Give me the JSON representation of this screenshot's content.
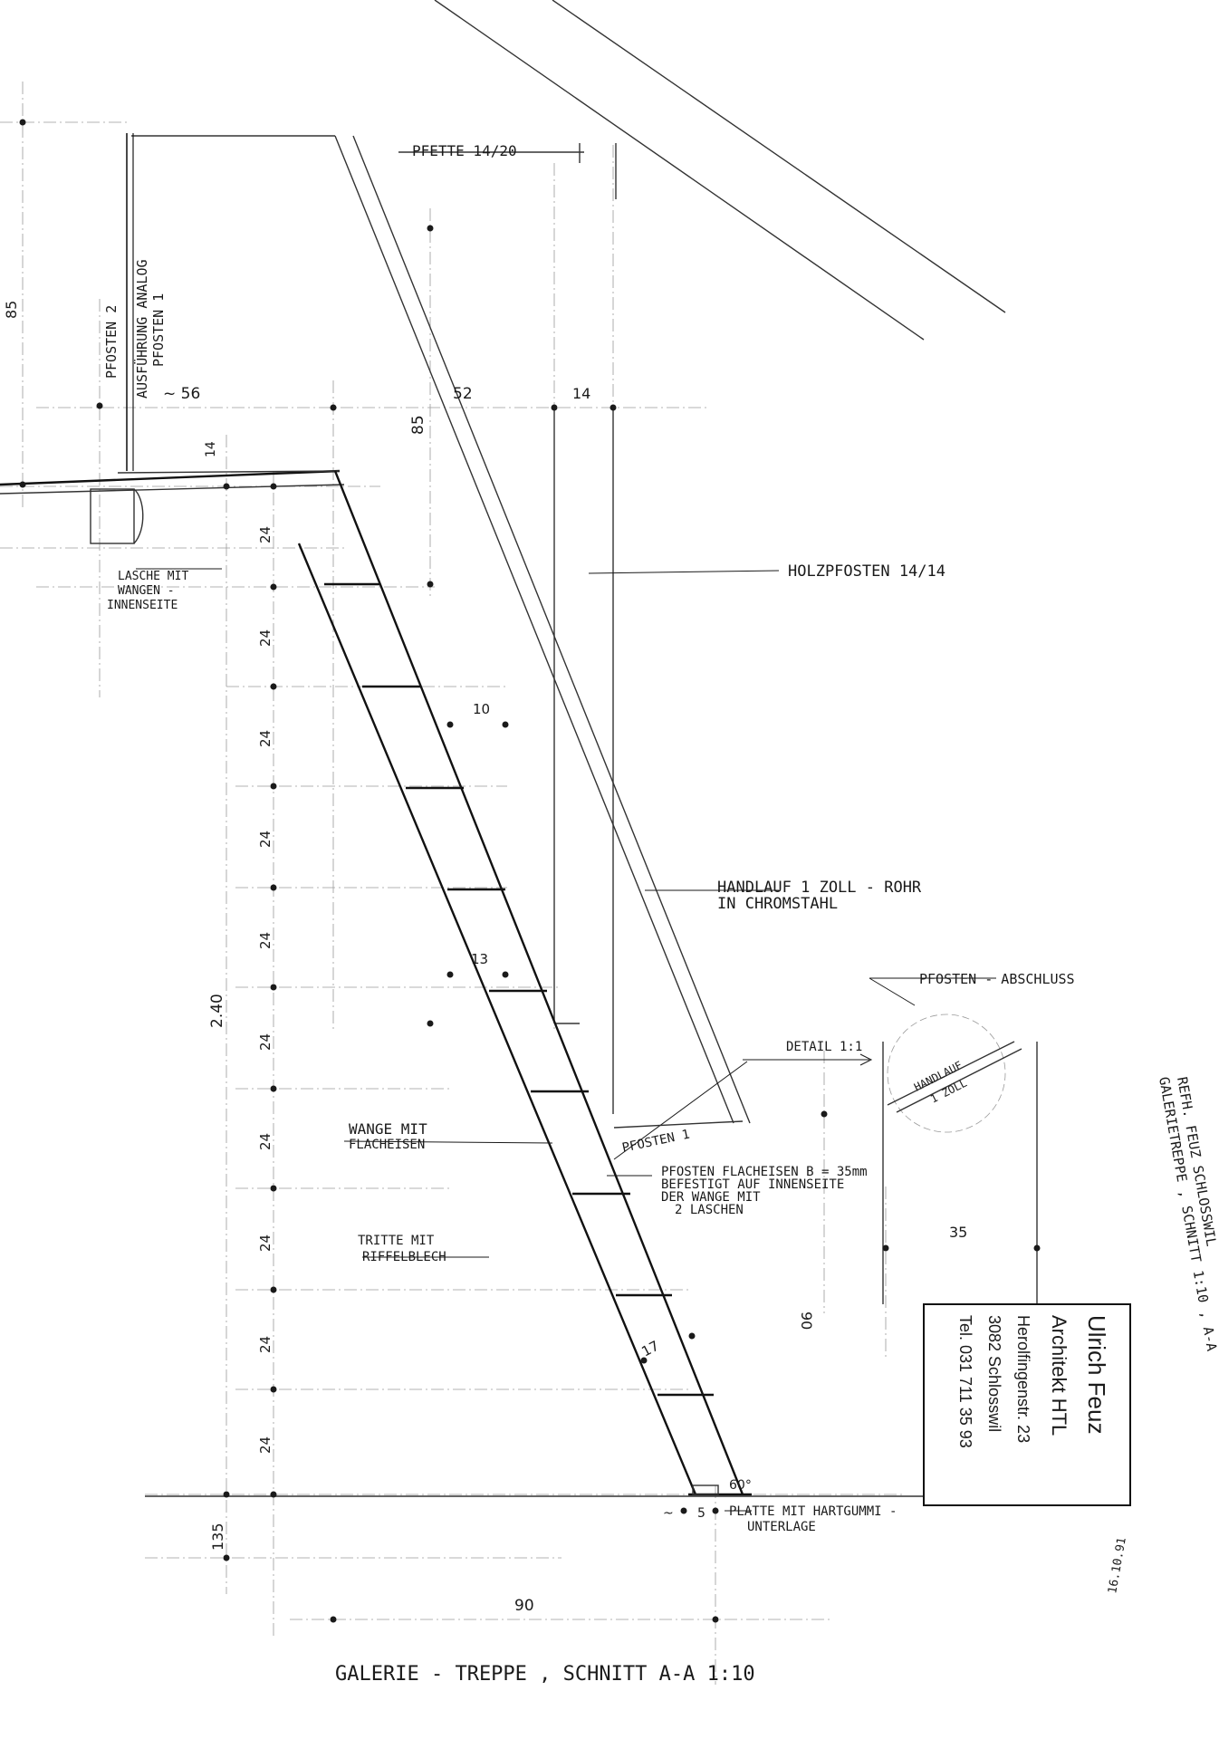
{
  "title": "GALERIE - TREPPE , SCHNITT A-A  1:10",
  "labels": {
    "pfette": "PFETTE 14/20",
    "pfosten2": "PFOSTEN 2",
    "ausfuehrung_1": "AUSFÜHRUNG ANALOG",
    "ausfuehrung_2": "PFOSTEN 1",
    "lasche_1": "LASCHE MIT",
    "lasche_2": "WANGEN -",
    "lasche_3": "INNENSEITE",
    "holzpfosten": "HOLZPFOSTEN 14/14",
    "handlauf_1": "HANDLAUF 1 ZOLL - ROHR",
    "handlauf_2": "IN CHROMSTAHL",
    "pfosten_abschluss": "PFOSTEN - ABSCHLUSS",
    "detail": "DETAIL 1:1",
    "handlauf_detail_1": "HANDLAUF",
    "handlauf_detail_2": "1 ZOLL",
    "pfosten1": "PFOSTEN 1",
    "wange_1": "WANGE MIT",
    "wange_2": "FLACHEISEN",
    "pfosten_flach_1": "PFOSTEN FLACHEISEN  B = 35mm",
    "pfosten_flach_2": "BEFESTIGT AUF INNENSEITE",
    "pfosten_flach_3": "DER WANGE MIT",
    "pfosten_flach_4": "2 LASCHEN",
    "tritte_1": "TRITTE MIT",
    "tritte_2": "RIFFELBLECH",
    "platte_1": "PLATTE MIT HARTGUMMI -",
    "platte_2": "UNTERLAGE",
    "side_1": "REFH. FEUZ SCHLOSSWIL",
    "side_2": "GALERIETREPPE , SCHNITT 1:10 , A-A",
    "date": "16.10.91"
  },
  "dimensions": {
    "d85_left": "85",
    "d56": "~ 56",
    "d52": "52",
    "d14_top": "14",
    "d85_mid": "85",
    "d14_rot": "14",
    "d24": "24",
    "d240": "2.40",
    "d10": "10",
    "d13": "13",
    "d17": "17",
    "d35": "35",
    "d90_rot": "90",
    "d60": "60°",
    "d5": "5",
    "d135": "135",
    "d90_bottom": "90",
    "tilde": "~"
  },
  "stamp": {
    "name": "Ulrich Feuz",
    "title": "Architekt HTL",
    "street": "Herolfingenstr. 23",
    "city": "3082 Schlosswil",
    "phone": "Tel. 031 711 35 93"
  }
}
